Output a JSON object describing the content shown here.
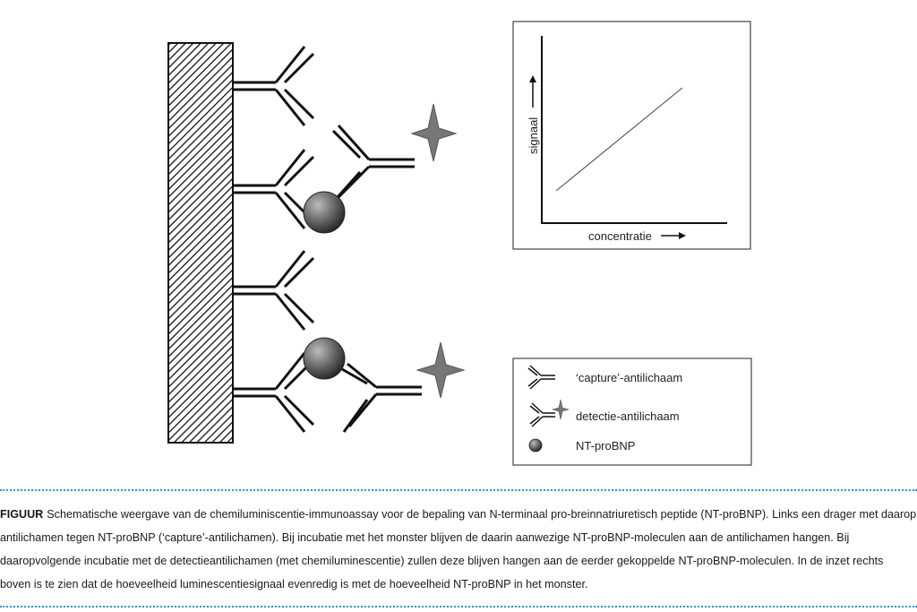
{
  "inset": {
    "ylabel": "signaal",
    "xlabel": "concentratie"
  },
  "legend": {
    "capture": "‘capture’-antilichaam",
    "detection": "detectie-antilichaam",
    "molecule": "NT-proBNP"
  },
  "caption": {
    "label": "FIGUUR",
    "text": "Schematische weergave van de chemiluminiscentie-immunoassay voor de bepaling van N-terminaal pro-breinnatriuretisch peptide (NT-proBNP). Links een drager met daarop antilichamen tegen NT-proBNP (‘capture’-antilichamen). Bij incubatie met het monster blijven de daarin aanwezige NT-proBNP-moleculen aan de antilichamen hangen. Bij daaropvolgende incubatie met de detectieantilichamen (met chemiluminescentie) zullen deze blijven hangen aan de eerder gekoppelde NT-proBNP-moleculen. In de inzet rechts boven is te zien dat de hoeveelheid luminescentiesignaal evenredig is met de hoeveelheid NT-proBNP in het monster."
  },
  "colors": {
    "caption_rule": "#2b9ad1",
    "molecule": "#555555",
    "star": "#777777"
  }
}
